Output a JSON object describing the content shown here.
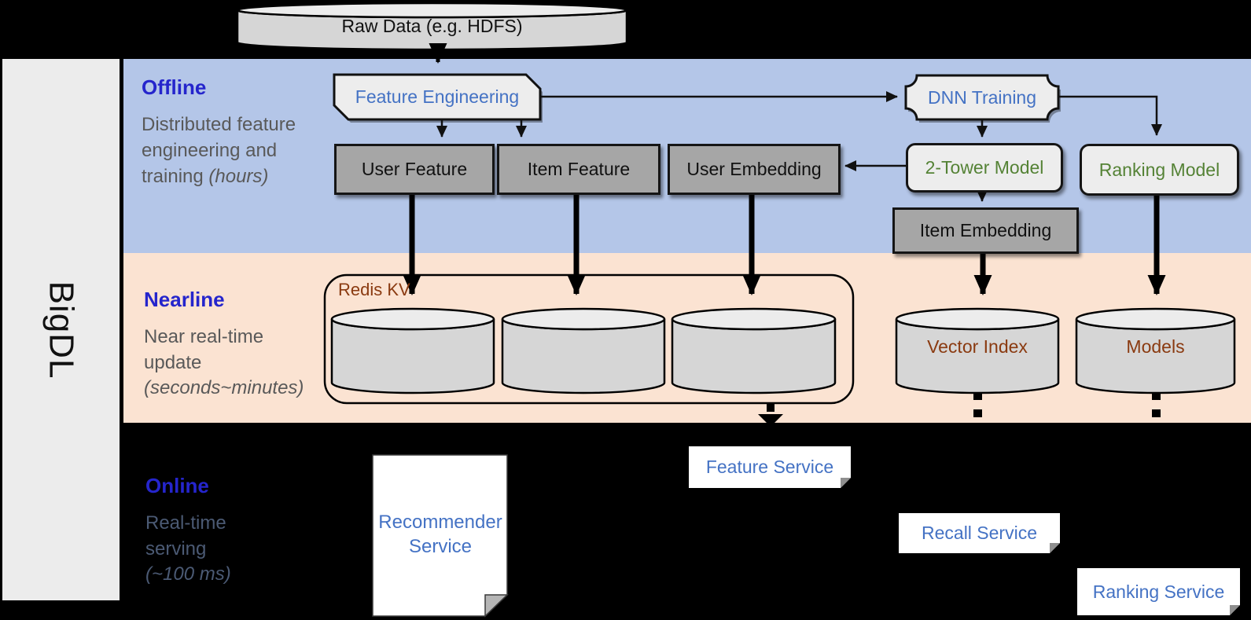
{
  "brand": {
    "name": "BigDL"
  },
  "source": {
    "label": "Raw Data (e.g. HDFS)"
  },
  "sections": {
    "offline": {
      "title": "Offline",
      "desc": "Distributed feature engineering and training",
      "note": "(hours)"
    },
    "nearline": {
      "title": "Nearline",
      "desc": "Near real-time update",
      "note": "(seconds~minutes)"
    },
    "online": {
      "title": "Online",
      "desc": "Real-time serving",
      "note": "(~100 ms)"
    }
  },
  "offline_nodes": {
    "feature_engineering": "Feature Engineering",
    "dnn_training": "DNN Training",
    "user_feature": "User Feature",
    "item_feature": "Item Feature",
    "user_embedding": "User Embedding",
    "two_tower_model": "2-Tower Model",
    "ranking_model": "Ranking Model",
    "item_embedding": "Item Embedding"
  },
  "nearline_nodes": {
    "redis_kv": "Redis KV",
    "vector_index": "Vector Index",
    "models": "Models"
  },
  "online_nodes": {
    "recommender_service": "Recommender Service",
    "feature_service": "Feature Service",
    "recall_service": "Recall Service",
    "ranking_service": "Ranking Service"
  },
  "colors": {
    "offline_bg": "#b4c6e8",
    "nearline_bg": "#fbe3d2",
    "online_bg": "#000000",
    "sidebar_bg": "#ececec",
    "section_title": "#2525cc",
    "desc_text": "#595959",
    "online_desc_text": "#4b5a74",
    "node_blue_text": "#4472c4",
    "node_green_text": "#548235",
    "store_brown_text": "#8a3a10",
    "gray_box_fill": "#a6a6a6",
    "light_shape_fill": "#ededed",
    "cylinder_fill": "#d6d6d6"
  }
}
